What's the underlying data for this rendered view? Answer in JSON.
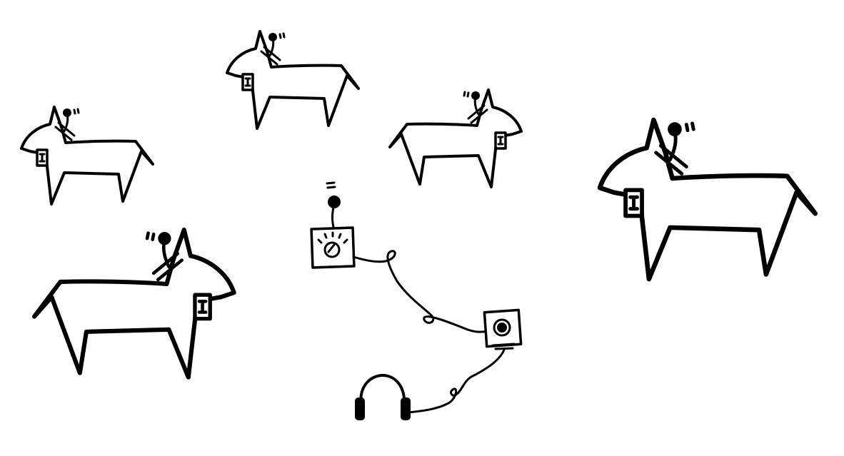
{
  "scene": {
    "background": "#ffffff",
    "ink_color": "#000000",
    "dogs": [
      {
        "id": "dog-1",
        "facing": "left",
        "collar": "transmitter-collar",
        "antenna": "antenna-icon",
        "signal": "signal-waves-icon"
      },
      {
        "id": "dog-2",
        "facing": "left",
        "collar": "transmitter-collar",
        "antenna": "antenna-icon",
        "signal": "signal-waves-icon"
      },
      {
        "id": "dog-3",
        "facing": "right",
        "collar": "transmitter-collar",
        "antenna": "antenna-icon",
        "signal": "signal-waves-icon"
      },
      {
        "id": "dog-4",
        "facing": "right",
        "collar": "transmitter-collar",
        "antenna": "antenna-icon",
        "signal": "signal-waves-icon"
      },
      {
        "id": "dog-5",
        "facing": "left",
        "collar": "transmitter-collar",
        "antenna": "antenna-icon",
        "signal": "signal-waves-icon"
      }
    ],
    "receiver": {
      "device": "radio-receiver-icon",
      "control": "tuning-dial-icon",
      "antenna": "antenna-icon"
    },
    "amplifier": {
      "device": "amplifier-box-icon",
      "control": "speaker-knob-icon"
    },
    "headphones": {
      "device": "headphones-icon"
    }
  }
}
